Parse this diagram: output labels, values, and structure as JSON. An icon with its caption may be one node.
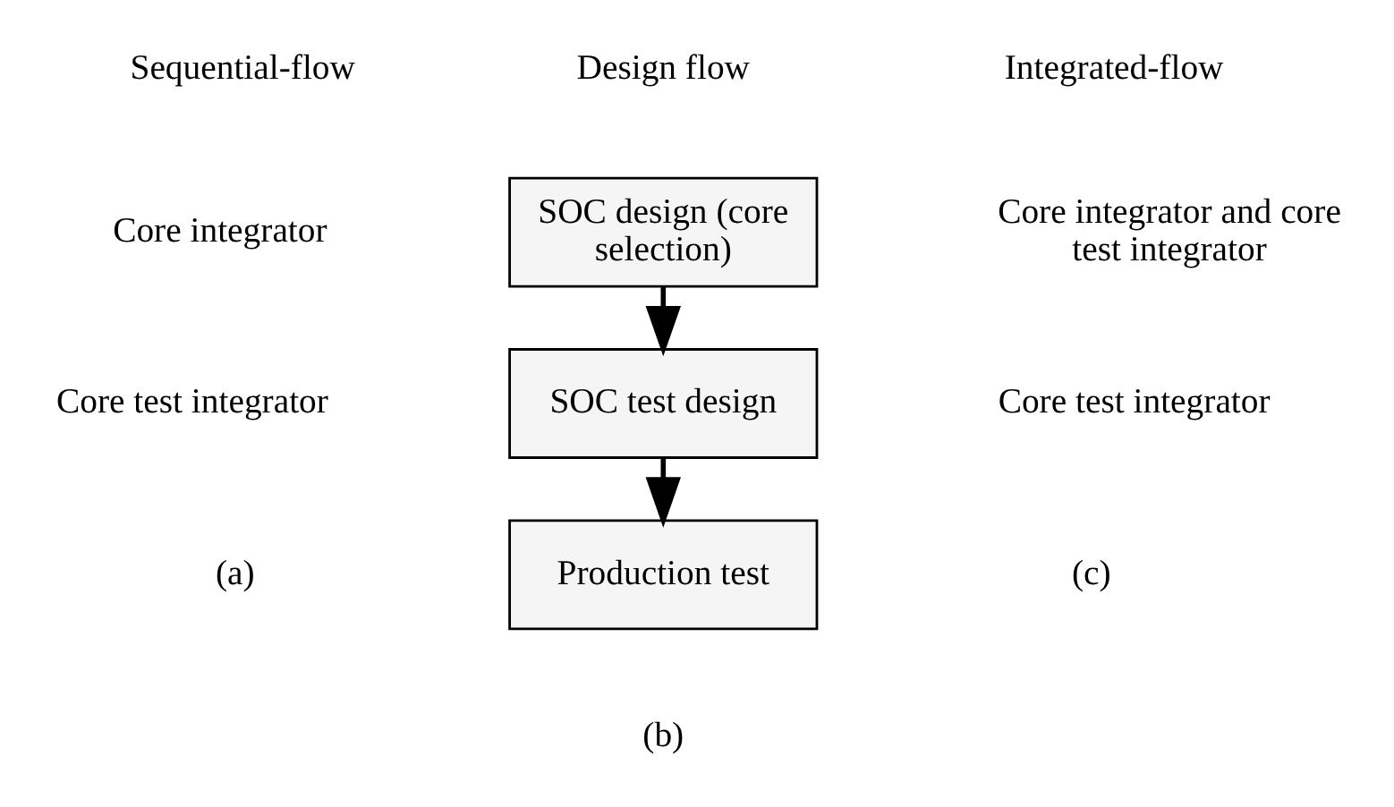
{
  "diagram": {
    "nodes": [
      {
        "text": [
          "SOC design (core selection)"
        ]
      },
      {
        "text": [
          "SOC test design"
        ]
      },
      {
        "text": [
          "Production test"
        ]
      }
    ],
    "edges": [
      {
        "from": 0,
        "to": 1,
        "arrow": "to"
      },
      {
        "from": 1,
        "to": 2,
        "arrow": "to"
      }
    ],
    "labels": [
      "Sequential-flow",
      "Design flow",
      "Integrated-flow",
      "Core integrator",
      "Core integrator and core test integrator",
      "Core test integrator",
      "Core test integrator",
      "(a)",
      "(c)",
      "(b)"
    ]
  }
}
